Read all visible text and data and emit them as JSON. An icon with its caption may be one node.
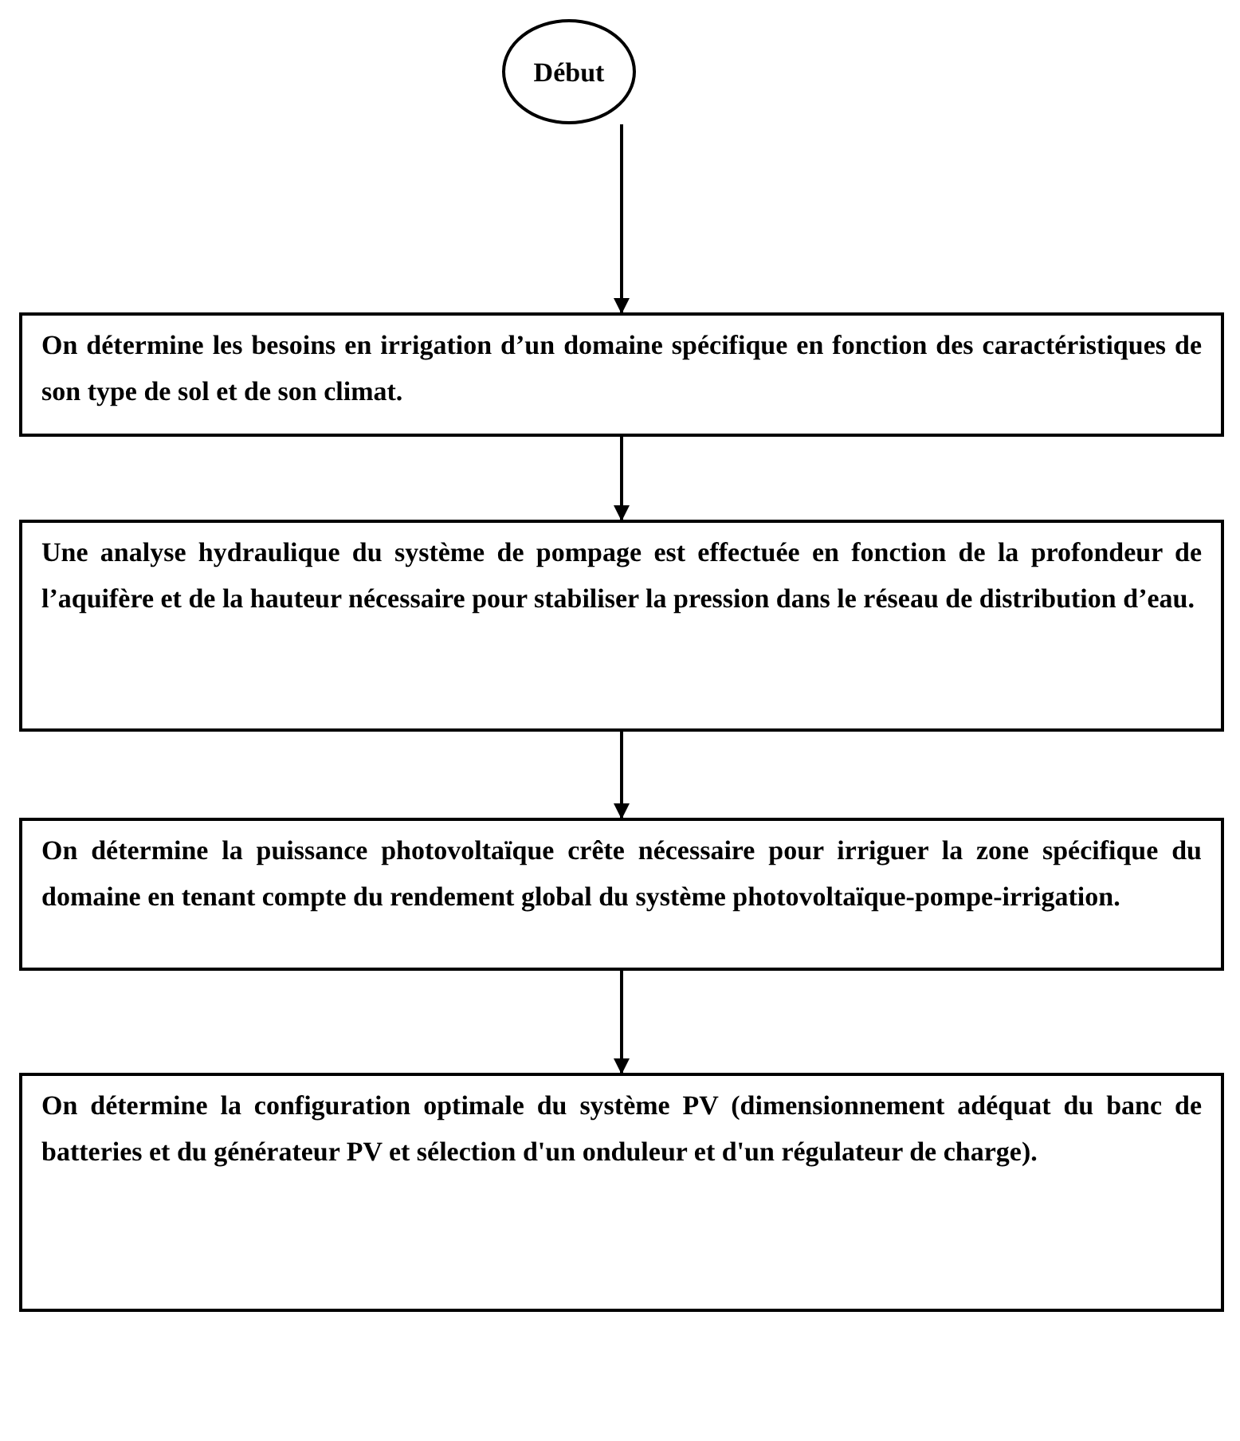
{
  "diagram": {
    "nodes": [
      {
        "text": [
          "Début"
        ]
      },
      {
        "text": [
          "On détermine les besoins en irrigation d’un domaine spécifique en fonction des caractéristiques de son type de sol et de son climat."
        ]
      },
      {
        "text": [
          "Une analyse hydraulique du système de pompage est effectuée en fonction de la profondeur de l’aquifère et de la hauteur nécessaire pour stabiliser la pression dans le réseau de distribution d’eau."
        ]
      },
      {
        "text": [
          "On détermine la puissance photovoltaïque crête nécessaire pour irriguer la zone spécifique du domaine en tenant compte du rendement global du système photovoltaïque-pompe-irrigation."
        ]
      },
      {
        "text": [
          "On détermine la configuration optimale du système PV (dimensionnement adéquat du banc de batteries et du générateur PV et sélection d'un onduleur et d'un régulateur de charge)."
        ]
      }
    ],
    "edges": [
      {
        "from": 0,
        "to": 1,
        "arrow": "to"
      },
      {
        "from": 1,
        "to": 2,
        "arrow": "to"
      },
      {
        "from": 2,
        "to": 3,
        "arrow": "to"
      },
      {
        "from": 3,
        "to": 4,
        "arrow": "to"
      }
    ]
  }
}
